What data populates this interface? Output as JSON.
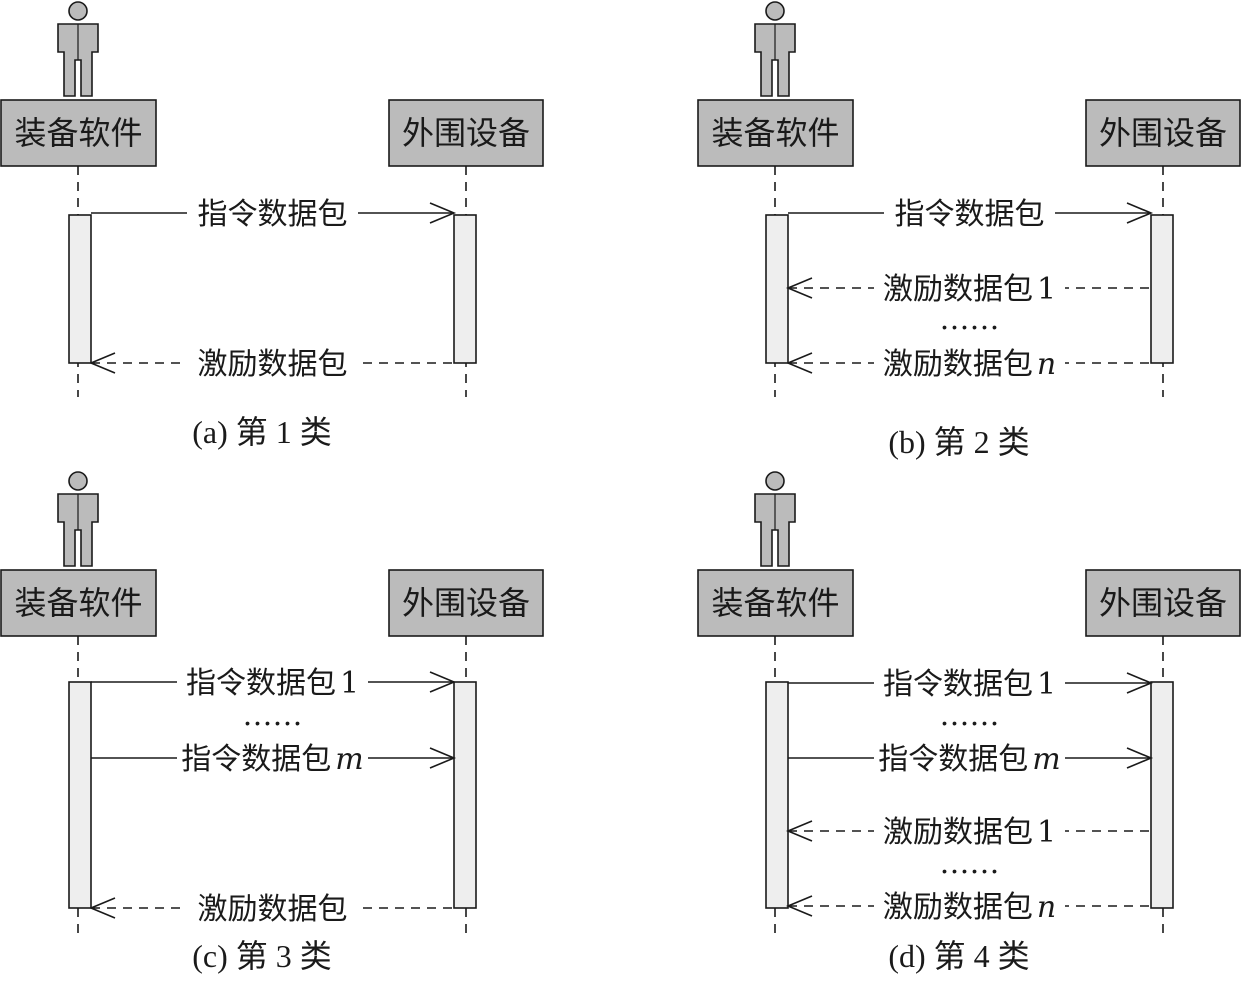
{
  "participants": {
    "left": "装备软件",
    "right": "外围设备"
  },
  "icons": {
    "actor": "person-icon"
  },
  "panels": [
    {
      "id": "a",
      "caption": "(a) 第 1 类",
      "messages": [
        {
          "dir": "right",
          "style": "solid",
          "text": "指令数据包",
          "suffix": ""
        },
        {
          "dir": "left",
          "style": "dashed",
          "text": "激励数据包",
          "suffix": ""
        }
      ]
    },
    {
      "id": "b",
      "caption": "(b) 第 2 类",
      "messages": [
        {
          "dir": "right",
          "style": "solid",
          "text": "指令数据包",
          "suffix": ""
        },
        {
          "dir": "left",
          "style": "dashed",
          "text": "激励数据包",
          "suffix": "1"
        },
        {
          "dir": "none",
          "style": "dots",
          "text": "……",
          "suffix": ""
        },
        {
          "dir": "left",
          "style": "dashed",
          "text": "激励数据包",
          "suffix": "n"
        }
      ]
    },
    {
      "id": "c",
      "caption": "(c) 第 3 类",
      "messages": [
        {
          "dir": "right",
          "style": "solid",
          "text": "指令数据包",
          "suffix": "1"
        },
        {
          "dir": "none",
          "style": "dots",
          "text": "……",
          "suffix": ""
        },
        {
          "dir": "right",
          "style": "solid",
          "text": "指令数据包",
          "suffix": "m"
        },
        {
          "dir": "left",
          "style": "dashed",
          "text": "激励数据包",
          "suffix": ""
        }
      ]
    },
    {
      "id": "d",
      "caption": "(d) 第 4 类",
      "messages": [
        {
          "dir": "right",
          "style": "solid",
          "text": "指令数据包",
          "suffix": "1"
        },
        {
          "dir": "none",
          "style": "dots",
          "text": "……",
          "suffix": ""
        },
        {
          "dir": "right",
          "style": "solid",
          "text": "指令数据包",
          "suffix": "m"
        },
        {
          "dir": "left",
          "style": "dashed",
          "text": "激励数据包",
          "suffix": "1"
        },
        {
          "dir": "none",
          "style": "dots",
          "text": "……",
          "suffix": ""
        },
        {
          "dir": "left",
          "style": "dashed",
          "text": "激励数据包",
          "suffix": "n"
        }
      ]
    }
  ]
}
